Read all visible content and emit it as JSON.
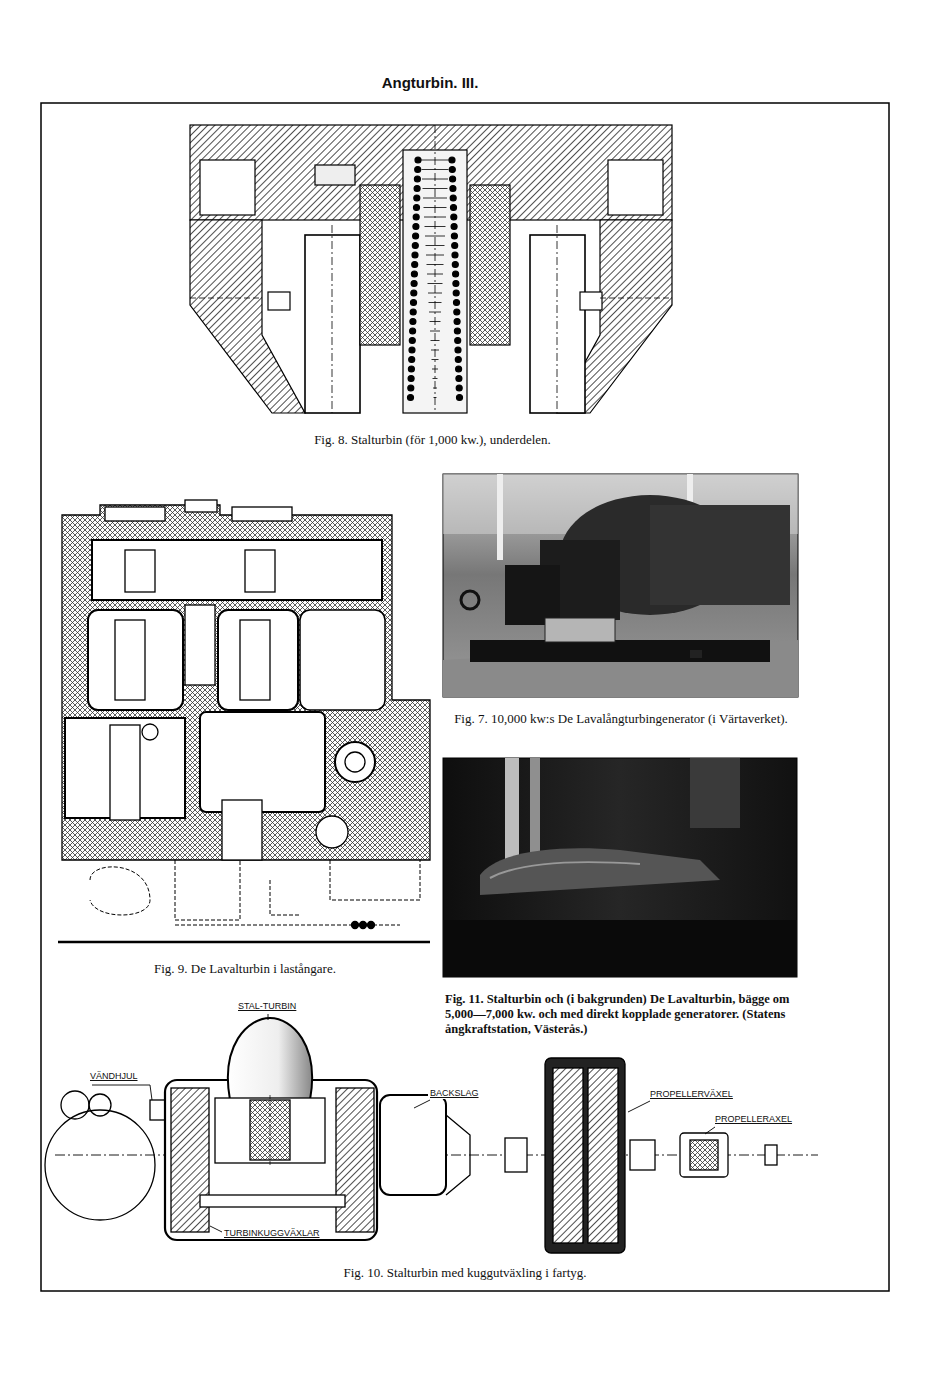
{
  "diagram": {
    "title": "Angturbin. III.",
    "labels": [
      "Fig. 8. Stalturbin (för 1,000 kw.), underdelen.",
      "Fig. 7. 10,000 kw:s De Lavalångturbingenerator (i Värtaverket).",
      "Fig. 9. De Lavalturbin i lastångare.",
      "Fig. 11. Stalturbin och (i bakgrunden) De Lavalturbin, bägge om 5,000—7,000 kw. och med direkt kopplade generatorer. (Statens ångkraftstation, Västerås.)",
      "STAL-TURBIN",
      "VÄNDHJUL",
      "BACKSLAG",
      "PROPELLERVÄXEL",
      "PROPELLERAXEL",
      "TURBINKUGGVÄXLAR",
      "Fig. 10. Stalturbin med kuggutväxling i fartyg."
    ]
  }
}
